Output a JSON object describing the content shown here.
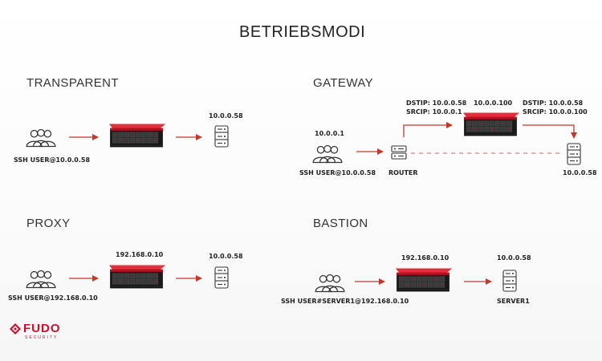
{
  "title": "BETRIEBSMODI",
  "transparent": {
    "heading": "TRANSPARENT",
    "user_label": "SSH USER@10.0.0.58",
    "server_label": "10.0.0.58"
  },
  "gateway": {
    "heading": "GATEWAY",
    "client_ip": "10.0.0.1",
    "user_label": "SSH USER@10.0.0.58",
    "router_label": "ROUTER",
    "box_ip": "10.0.0.100",
    "left_dst": "DSTIP: 10.0.0.58",
    "left_src": "SRCIP: 10.0.0.1",
    "right_dst": "DSTIP: 10.0.0.58",
    "right_src": "SRCIP: 10.0.0.100",
    "server_label": "10.0.0.58"
  },
  "proxy": {
    "heading": "PROXY",
    "user_label": "SSH USER@192.168.0.10",
    "box_ip": "192.168.0.10",
    "server_label": "10.0.0.58"
  },
  "bastion": {
    "heading": "BASTION",
    "user_label": "SSH USER#SERVER1@192.168.0.10",
    "box_ip": "192.168.0.10",
    "server_ip": "10.0.0.58",
    "server_name": "SERVER1"
  },
  "logo": {
    "name": "FUDO",
    "tagline": "SECURITY"
  },
  "colors": {
    "accent": "#c8102e",
    "arrow": "#c0392b",
    "icon_stroke": "#333333"
  }
}
